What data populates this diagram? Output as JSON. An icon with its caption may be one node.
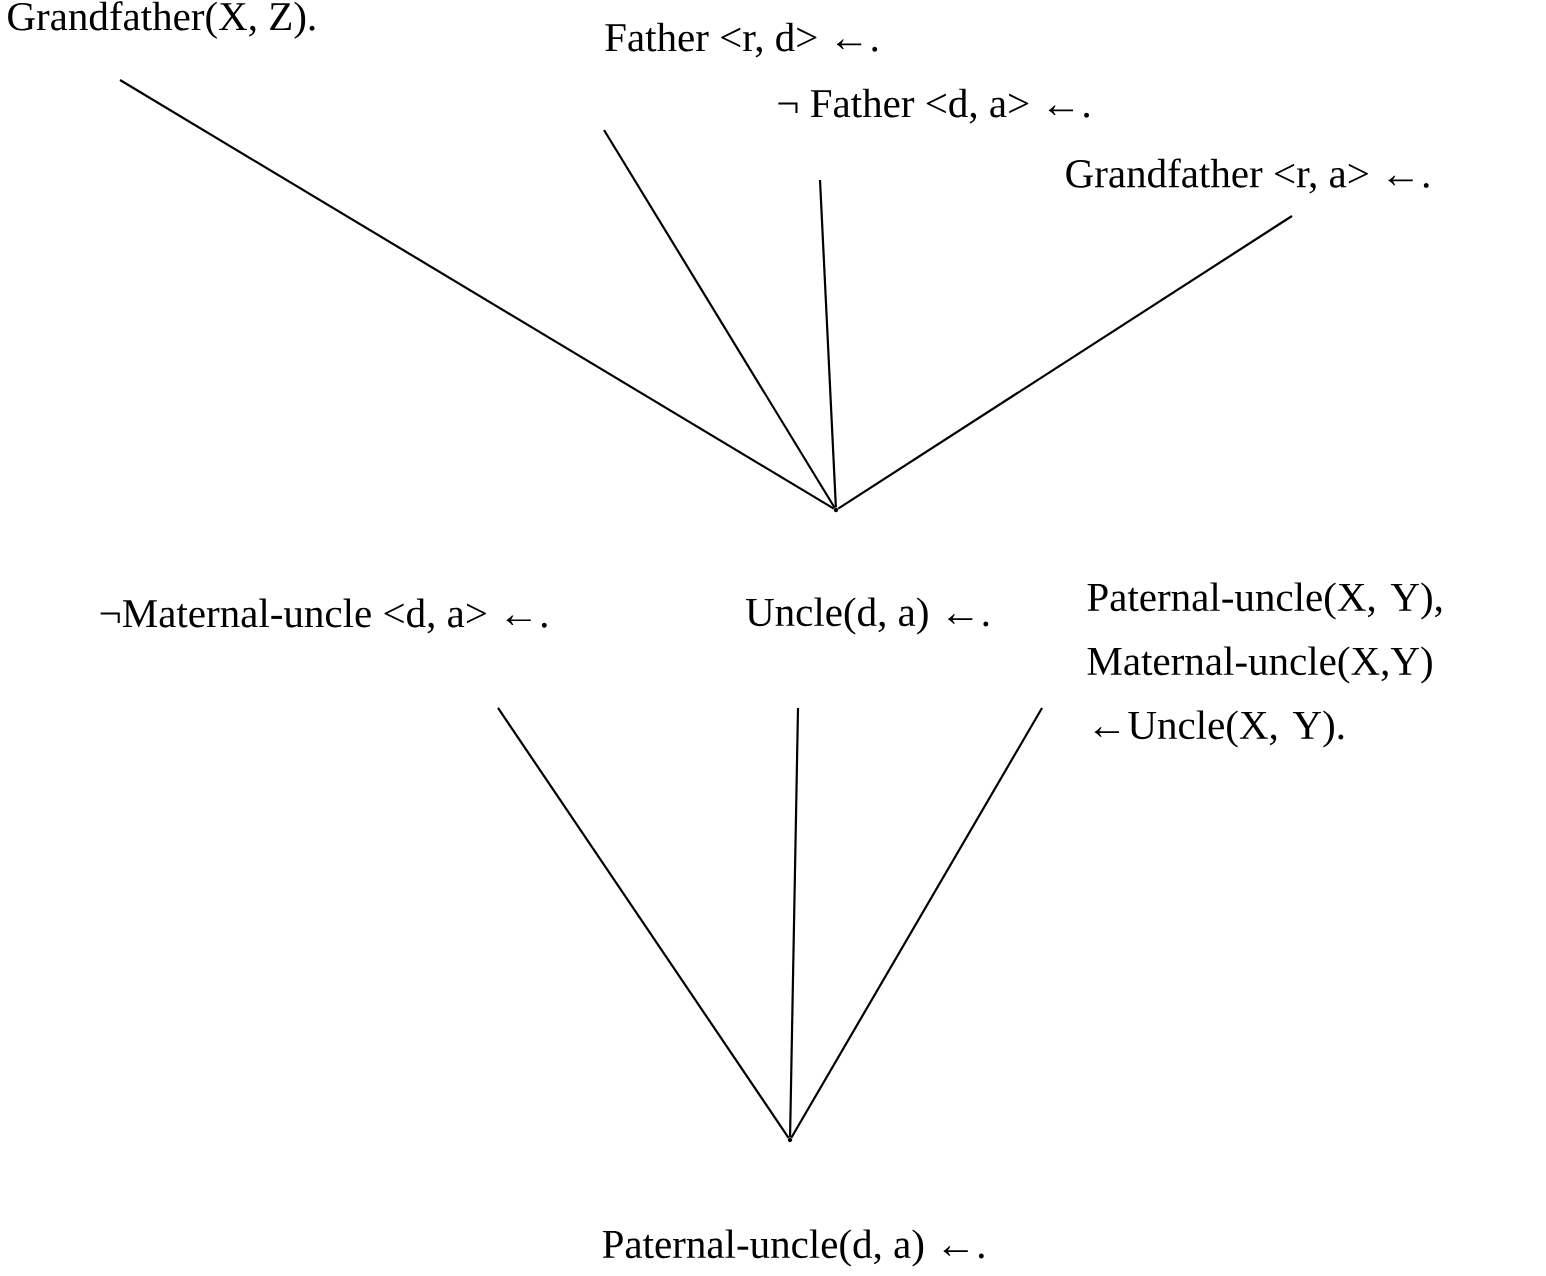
{
  "diagram": {
    "nodes": [
      {
        "text": [
          "Grandfather(X, Z)."
        ]
      },
      {
        "text": [
          "Father <r, d> ←."
        ]
      },
      {
        "text": [
          "¬ Father <d, a> ←."
        ]
      },
      {
        "text": [
          "Grandfather <r, a> ←."
        ]
      },
      {
        "text": [],
        "shape": "point"
      },
      {
        "text": [
          "¬Maternal-uncle <d, a> ←."
        ]
      },
      {
        "text": [
          "Uncle(d, a) ←."
        ]
      },
      {
        "text": [
          "Paternal-uncle(X, Y), Maternal-uncle(X,Y) ←Uncle(X, Y)."
        ]
      },
      {
        "text": [],
        "shape": "point"
      },
      {
        "text": [
          "Paternal-uncle(d, a) ←."
        ]
      }
    ],
    "edges": [
      {
        "from": 0,
        "to": 4,
        "arrow": "none"
      },
      {
        "from": 1,
        "to": 4,
        "arrow": "none"
      },
      {
        "from": 2,
        "to": 4,
        "arrow": "none"
      },
      {
        "from": 3,
        "to": 4,
        "arrow": "none"
      },
      {
        "from": 5,
        "to": 8,
        "arrow": "none"
      },
      {
        "from": 6,
        "to": 8,
        "arrow": "none"
      },
      {
        "from": 7,
        "to": 8,
        "arrow": "none"
      }
    ]
  }
}
